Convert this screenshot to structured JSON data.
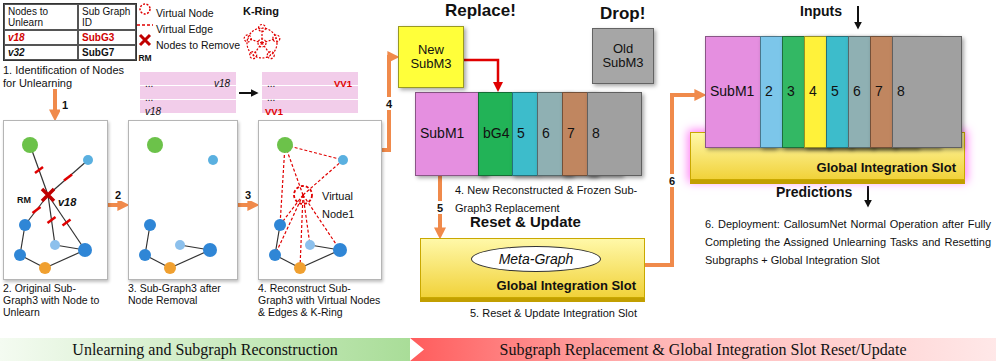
{
  "diagram": {
    "nodes": [
      {
        "text": [
          "Nodes to Unlearn",
          "Sub Graph ID",
          "v18",
          "SubG3",
          "v32",
          "SubG7",
          "1. Identification of Nodes for Unlearning"
        ]
      },
      {
        "text": [
          "2. Original Sub-Graph3 with Node to Unlearn"
        ]
      },
      {
        "text": [
          "3. Sub-Graph3 after Node Removal"
        ]
      },
      {
        "text": [
          "4. Reconstruct Sub-Graph3 with Virtual Nodes & Edges & K-Ring"
        ]
      },
      {
        "text": [
          "New SubM3"
        ]
      },
      {
        "text": [
          "Old SubM3"
        ]
      },
      {
        "text": [
          "SubM1"
        ]
      },
      {
        "text": [
          "bG4"
        ]
      },
      {
        "text": [
          "5"
        ]
      },
      {
        "text": [
          "6"
        ]
      },
      {
        "text": [
          "7"
        ]
      },
      {
        "text": [
          "8"
        ]
      },
      {
        "text": [
          "Global Integration Slot"
        ]
      },
      {
        "text": [
          "Meta-Graph"
        ],
        "in": 12
      },
      {
        "text": [
          "SubM1"
        ]
      },
      {
        "text": [
          "2"
        ]
      },
      {
        "text": [
          "3"
        ]
      },
      {
        "text": [
          "4"
        ]
      },
      {
        "text": [
          "5"
        ]
      },
      {
        "text": [
          "6"
        ]
      },
      {
        "text": [
          "7"
        ]
      },
      {
        "text": [
          "8"
        ]
      },
      {
        "text": [
          "Global Integration Slot"
        ]
      },
      {
        "text": [
          "Unlearning and Subgraph Reconstruction"
        ]
      },
      {
        "text": [
          "Subgraph Replacement & Global Integration Slot Reset/Update"
        ]
      }
    ],
    "edges": [
      {
        "from": 0,
        "to": 1,
        "label": "1",
        "arrow": "to"
      },
      {
        "from": 1,
        "to": 2,
        "label": "2",
        "arrow": "to"
      },
      {
        "from": 2,
        "to": 3,
        "label": "3",
        "arrow": "to"
      },
      {
        "from": 3,
        "to": 4,
        "label": "4",
        "arrow": "to"
      },
      {
        "from": 4,
        "to": 7,
        "arrow": "to"
      },
      {
        "from": 6,
        "to": 12,
        "label": "5",
        "arrow": "to"
      },
      {
        "from": 12,
        "to": 14,
        "label": "6",
        "arrow": "to"
      }
    ],
    "labels": [
      "RM",
      "K-Ring",
      "...",
      "v18",
      "...",
      "v18",
      "...",
      "VV1",
      "...",
      "VV1",
      "v18",
      "RM",
      "Virtual Node1",
      "Replace!",
      "Drop!",
      "4. New Reconstructed & Frozen Sub-Graph3 Replacement",
      "Reset & Update",
      "5. Reset & Update Integration Slot",
      "Inputs",
      "Predictions",
      "6. Deployment: CallosumNet Normal Operation after Fully Completing the Assigned Unlearning Tasks and Resetting Subgraphs + Global Integration Slot"
    ],
    "legend": [
      {
        "text": "Virtual Node"
      },
      {
        "text": "Virtual Edge"
      },
      {
        "text": "Nodes to Remove"
      }
    ]
  }
}
